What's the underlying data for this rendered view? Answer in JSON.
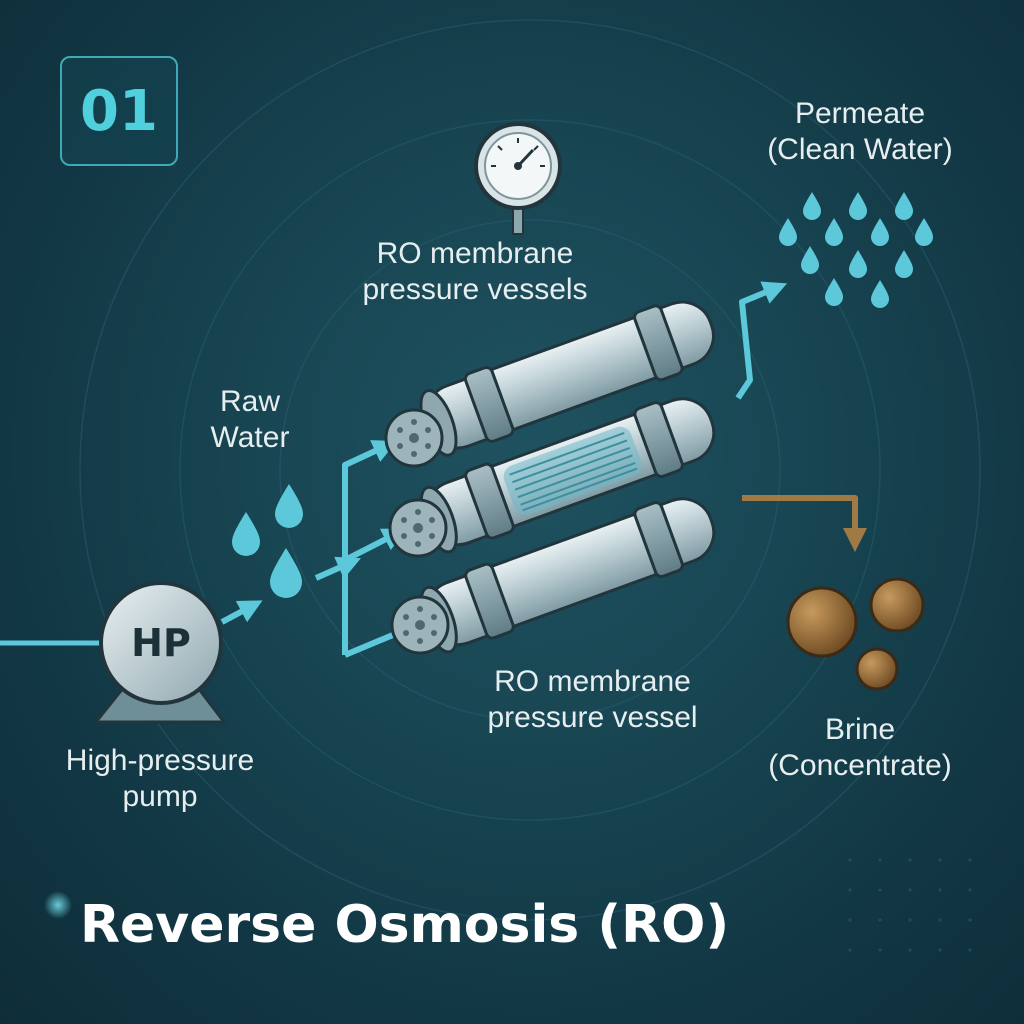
{
  "step_number": "01",
  "title": "Reverse Osmosis (RO)",
  "labels": {
    "vessels_top": [
      "RO membrane",
      "pressure vessels"
    ],
    "vessel_bottom": [
      "RO membrane",
      "pressure vessel"
    ],
    "raw_water": [
      "Raw",
      "Water"
    ],
    "pump": [
      "High-pressure",
      "pump"
    ],
    "pump_badge": "HP",
    "permeate": [
      "Permeate",
      "(Clean Water)"
    ],
    "brine": [
      "Brine",
      "(Concentrate)"
    ]
  },
  "icons": [
    "pressure-gauge-icon",
    "water-drop-icon",
    "brine-particle-icon",
    "flow-arrow-icon"
  ],
  "colors": {
    "background": "#184552",
    "accent": "#4fd0dc",
    "flow": "#5cc8da",
    "brine": "#a07a45",
    "vessel": "#b8ccd2",
    "label": "#e6eef0"
  }
}
